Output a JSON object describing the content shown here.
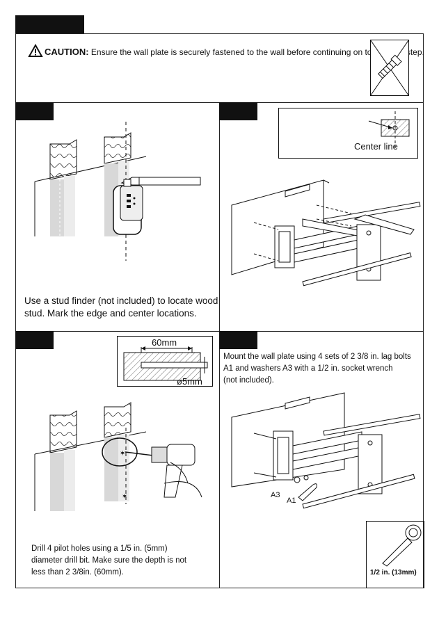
{
  "caution": {
    "label": "CAUTION:",
    "text": "Ensure the wall plate is securely  fastened to  the wall before continuing on to the next step."
  },
  "step1": {
    "instruction_line1": "Use a stud finder (not included) to locate wood",
    "instruction_line2": "stud. Mark the edge and center locations."
  },
  "step2": {
    "center_line_label": "Center line"
  },
  "step3": {
    "depth_label": "60mm",
    "diameter_label": "ø5mm",
    "instruction_line1": "Drill 4 pilot holes using a 1/5 in. (5mm)",
    "instruction_line2": "diameter drill bit. Make sure the depth is not",
    "instruction_line3": "less than 2 3/8in. (60mm)."
  },
  "step4": {
    "instruction_line1": "Mount the  wall plate using 4 sets of 2 3/8 in.  lag bolts",
    "instruction_line2": "A1 and washers A3 with a 1/2 in. socket wrench",
    "instruction_line3": "(not included).",
    "label_a3": "A3",
    "label_a1": "A1",
    "wrench_label": "1/2 in. (13mm)"
  }
}
